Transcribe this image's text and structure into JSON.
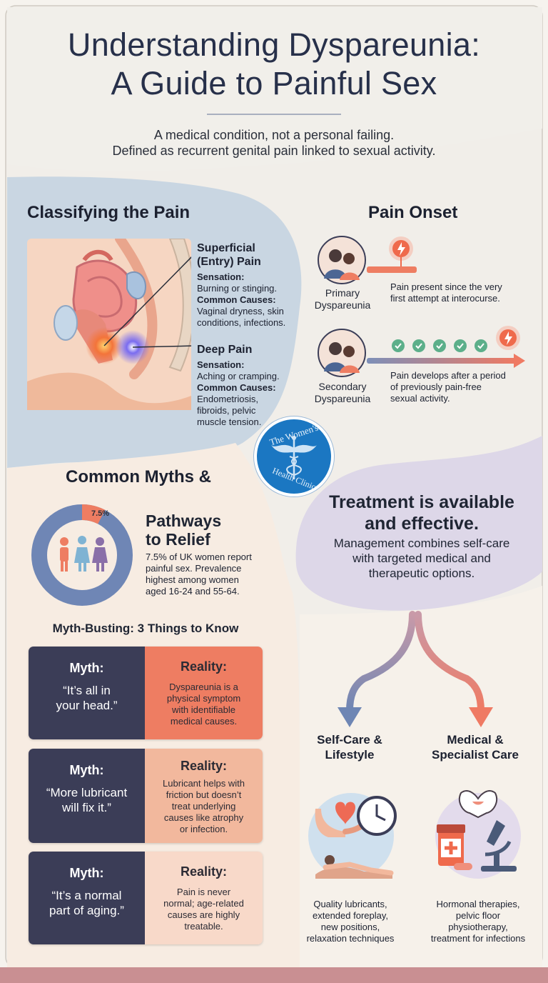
{
  "header": {
    "title_line1": "Understanding Dyspareunia:",
    "title_line2": "A Guide to Painful Sex",
    "subtitle_line1": "A medical condition, not a personal failing.",
    "subtitle_line2": "Defined as recurrent genital pain linked to sexual activity."
  },
  "classifying": {
    "heading": "Classifying the Pain",
    "superficial": {
      "title_line1": "Superficial",
      "title_line2": "(Entry) Pain",
      "sensation_label": "Sensation:",
      "sensation": "Burning or stinging.",
      "causes_label": "Common Causes:",
      "causes_line1": "Vaginal dryness, skin",
      "causes_line2": "conditions, infections."
    },
    "deep": {
      "title": "Deep Pain",
      "sensation_label": "Sensation:",
      "sensation": "Aching or cramping.",
      "causes_label": "Common Causes:",
      "causes_line1": "Endometriosis,",
      "causes_line2": "fibroids, pelvic",
      "causes_line3": "muscle tension."
    }
  },
  "onset": {
    "heading": "Pain Onset",
    "primary": {
      "label_line1": "Primary",
      "label_line2": "Dyspareunia",
      "desc_line1": "Pain present since the very",
      "desc_line2": "first attempt at interocurse."
    },
    "secondary": {
      "label_line1": "Secondary",
      "label_line2": "Dyspareunia",
      "desc_line1": "Pain develops after a period",
      "desc_line2": "of previously pain-free",
      "desc_line3": "sexual activity."
    }
  },
  "logo": {
    "top_text": "The Women's",
    "bottom_text": "Health Clinic"
  },
  "myths": {
    "heading_line1": "Common Myths &",
    "heading_line2": "Pathways",
    "heading_line3": "to Relief",
    "stat": {
      "label": "7.5%",
      "value": 7.5
    },
    "stat_text_line1": "7.5% of UK women report",
    "stat_text_line2": "painful sex. Prevalence",
    "stat_text_line3": "highest among women",
    "stat_text_line4": "aged 16-24 and 55-64.",
    "busting_title": "Myth-Busting: 3 Things to Know",
    "cards": [
      {
        "myth_label": "Myth:",
        "myth_line1": "“It’s all in",
        "myth_line2": "your head.”",
        "reality_label": "Reality:",
        "reality_line1": "Dyspareunia is a",
        "reality_line2": "physical symptom",
        "reality_line3": "with identifiable",
        "reality_line4": "medical causes.",
        "reality_color": "#ee7d62"
      },
      {
        "myth_label": "Myth:",
        "myth_line1": "“More lubricant",
        "myth_line2": "will fix it.”",
        "reality_label": "Reality:",
        "reality_line1": "Lubricant helps with",
        "reality_line2": "friction but doesn’t",
        "reality_line3": "treat underlying",
        "reality_line4": "causes like atrophy",
        "reality_line5": "or infection.",
        "reality_color": "#f2b89d"
      },
      {
        "myth_label": "Myth:",
        "myth_line1": "“It’s a normal",
        "myth_line2": "part of aging.”",
        "reality_label": "Reality:",
        "reality_line1": "Pain is never",
        "reality_line2": "normal; age-related",
        "reality_line3": "causes are highly",
        "reality_line4": "treatable.",
        "reality_color": "#f8d9c9"
      }
    ]
  },
  "treatment": {
    "heading_line1": "Treatment is available",
    "heading_line2": "and effective.",
    "text_line1": "Management combines self-care",
    "text_line2": "with targeted medical and",
    "text_line3": "therapeutic options.",
    "self_care": {
      "title_line1": "Self-Care &",
      "title_line2": "Lifestyle",
      "desc_line1": "Quality lubricants,",
      "desc_line2": "extended foreplay,",
      "desc_line3": "new positions,",
      "desc_line4": "relaxation techniques"
    },
    "medical": {
      "title_line1": "Medical &",
      "title_line2": "Specialist Care",
      "desc_line1": "Hormonal therapies,",
      "desc_line2": "pelvic floor",
      "desc_line3": "physiotherapy,",
      "desc_line4": "treatment for infections"
    }
  },
  "colors": {
    "navy": "#3b3d57",
    "coral": "#ee7d62",
    "blue_bg": "#c9d6e2",
    "lilac_bg": "#ddd7e8",
    "logo_blue": "#1b77c2",
    "bar": "#c98f92"
  }
}
